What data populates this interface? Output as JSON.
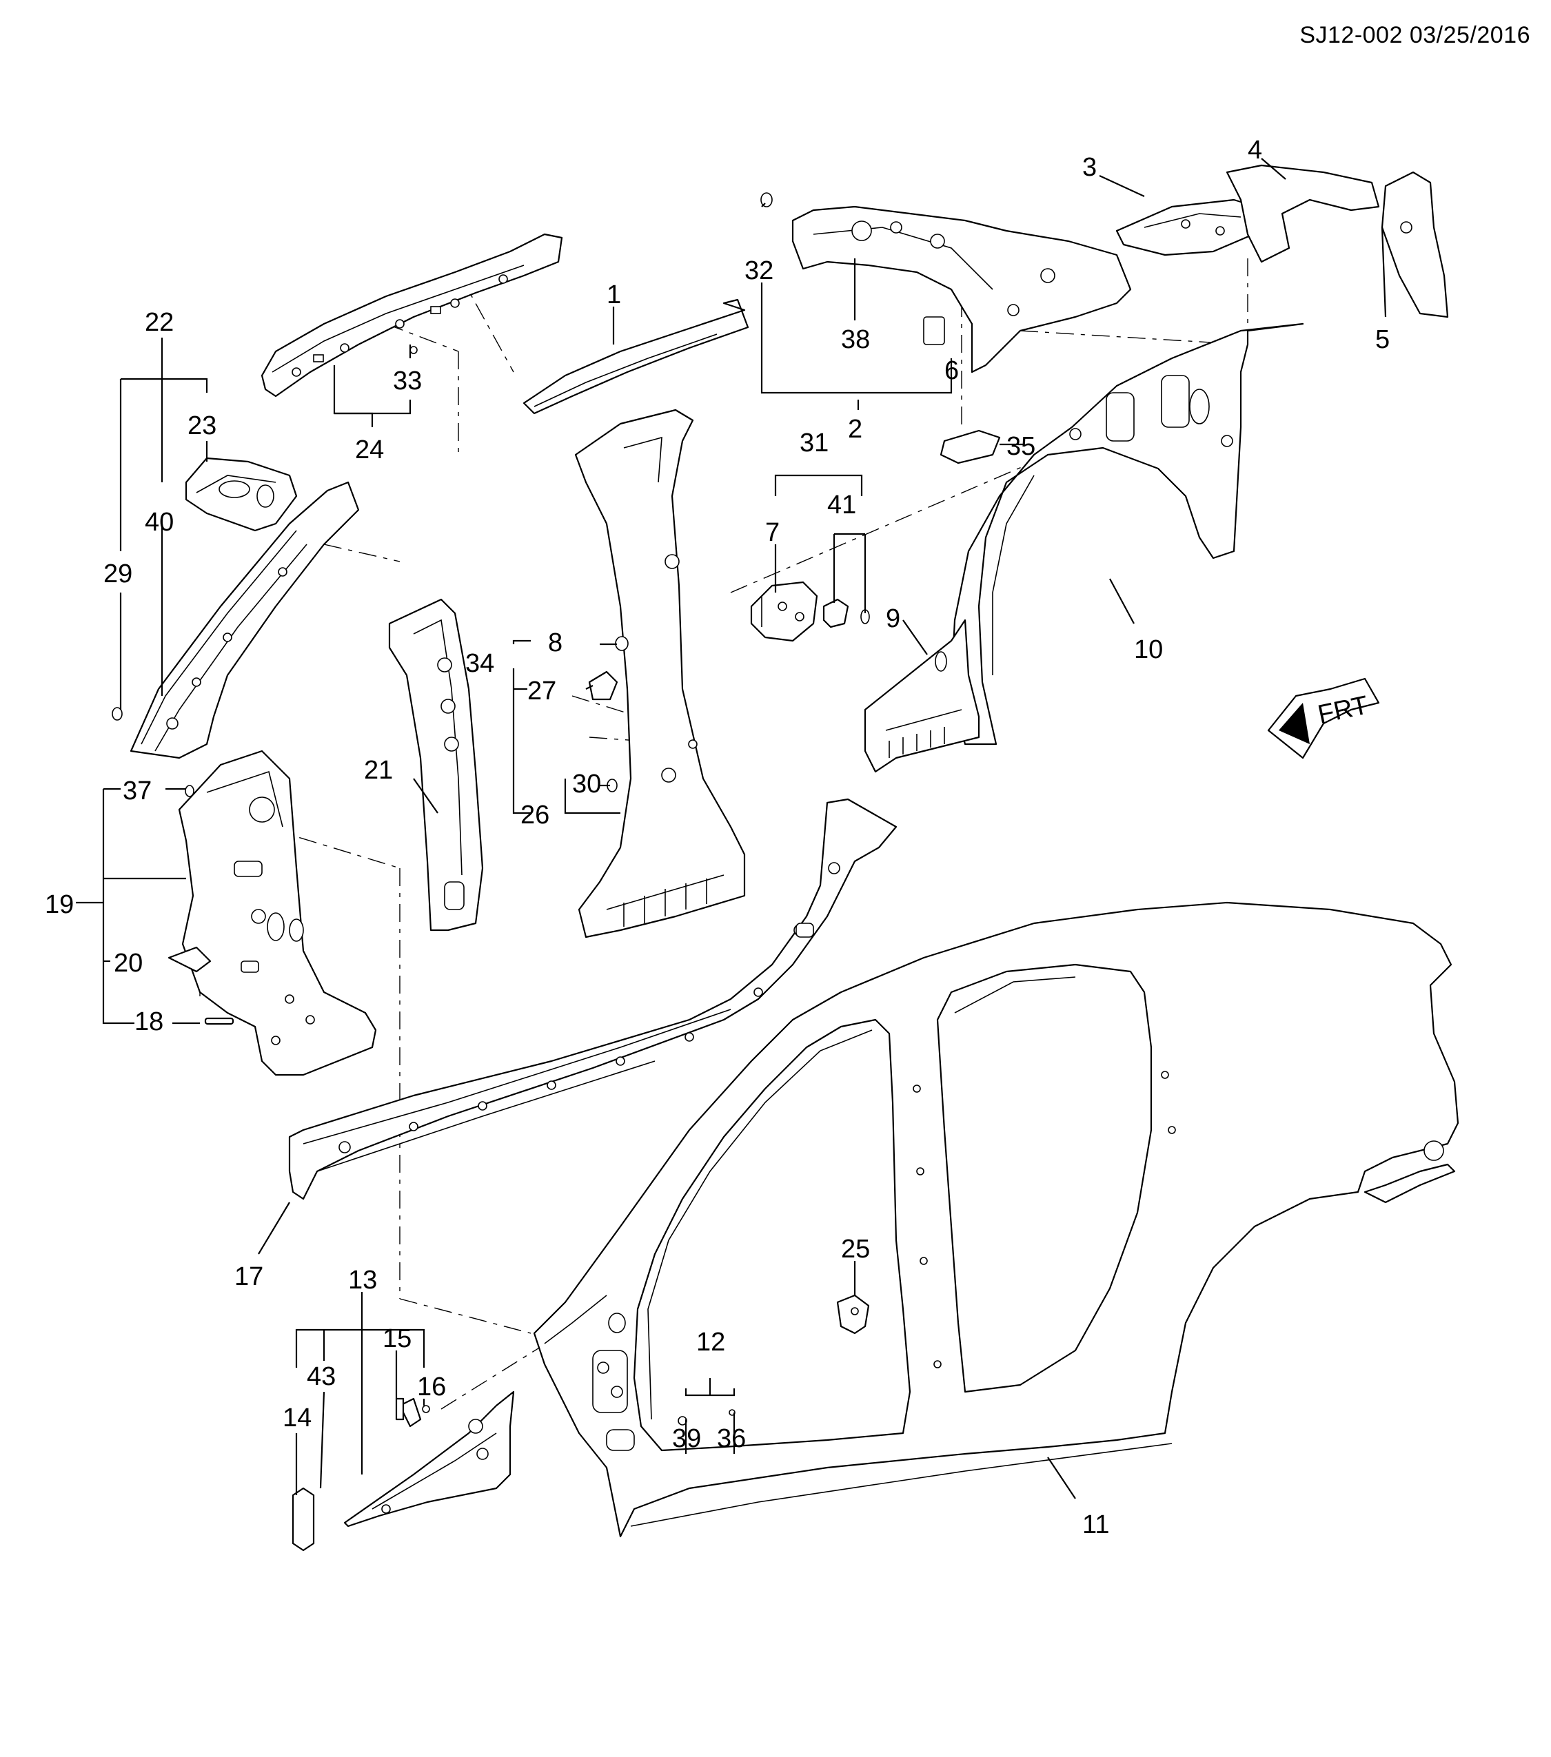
{
  "document_code": "SJ12-002 03/25/2016",
  "front_indicator": "FRT",
  "callouts": {
    "c1": "1",
    "c2": "2",
    "c3": "3",
    "c4": "4",
    "c5": "5",
    "c6": "6",
    "c7": "7",
    "c8": "8",
    "c9": "9",
    "c10": "10",
    "c11": "11",
    "c12": "12",
    "c13": "13",
    "c14": "14",
    "c15": "15",
    "c16": "16",
    "c17": "17",
    "c18": "18",
    "c19": "19",
    "c20": "20",
    "c21": "21",
    "c22": "22",
    "c23": "23",
    "c24": "24",
    "c25": "25",
    "c26": "26",
    "c27": "27",
    "c29": "29",
    "c30": "30",
    "c31": "31",
    "c32": "32",
    "c33": "33",
    "c34": "34",
    "c35": "35",
    "c36": "36",
    "c37": "37",
    "c38": "38",
    "c39": "39",
    "c40": "40",
    "c41": "41",
    "c43": "43"
  }
}
